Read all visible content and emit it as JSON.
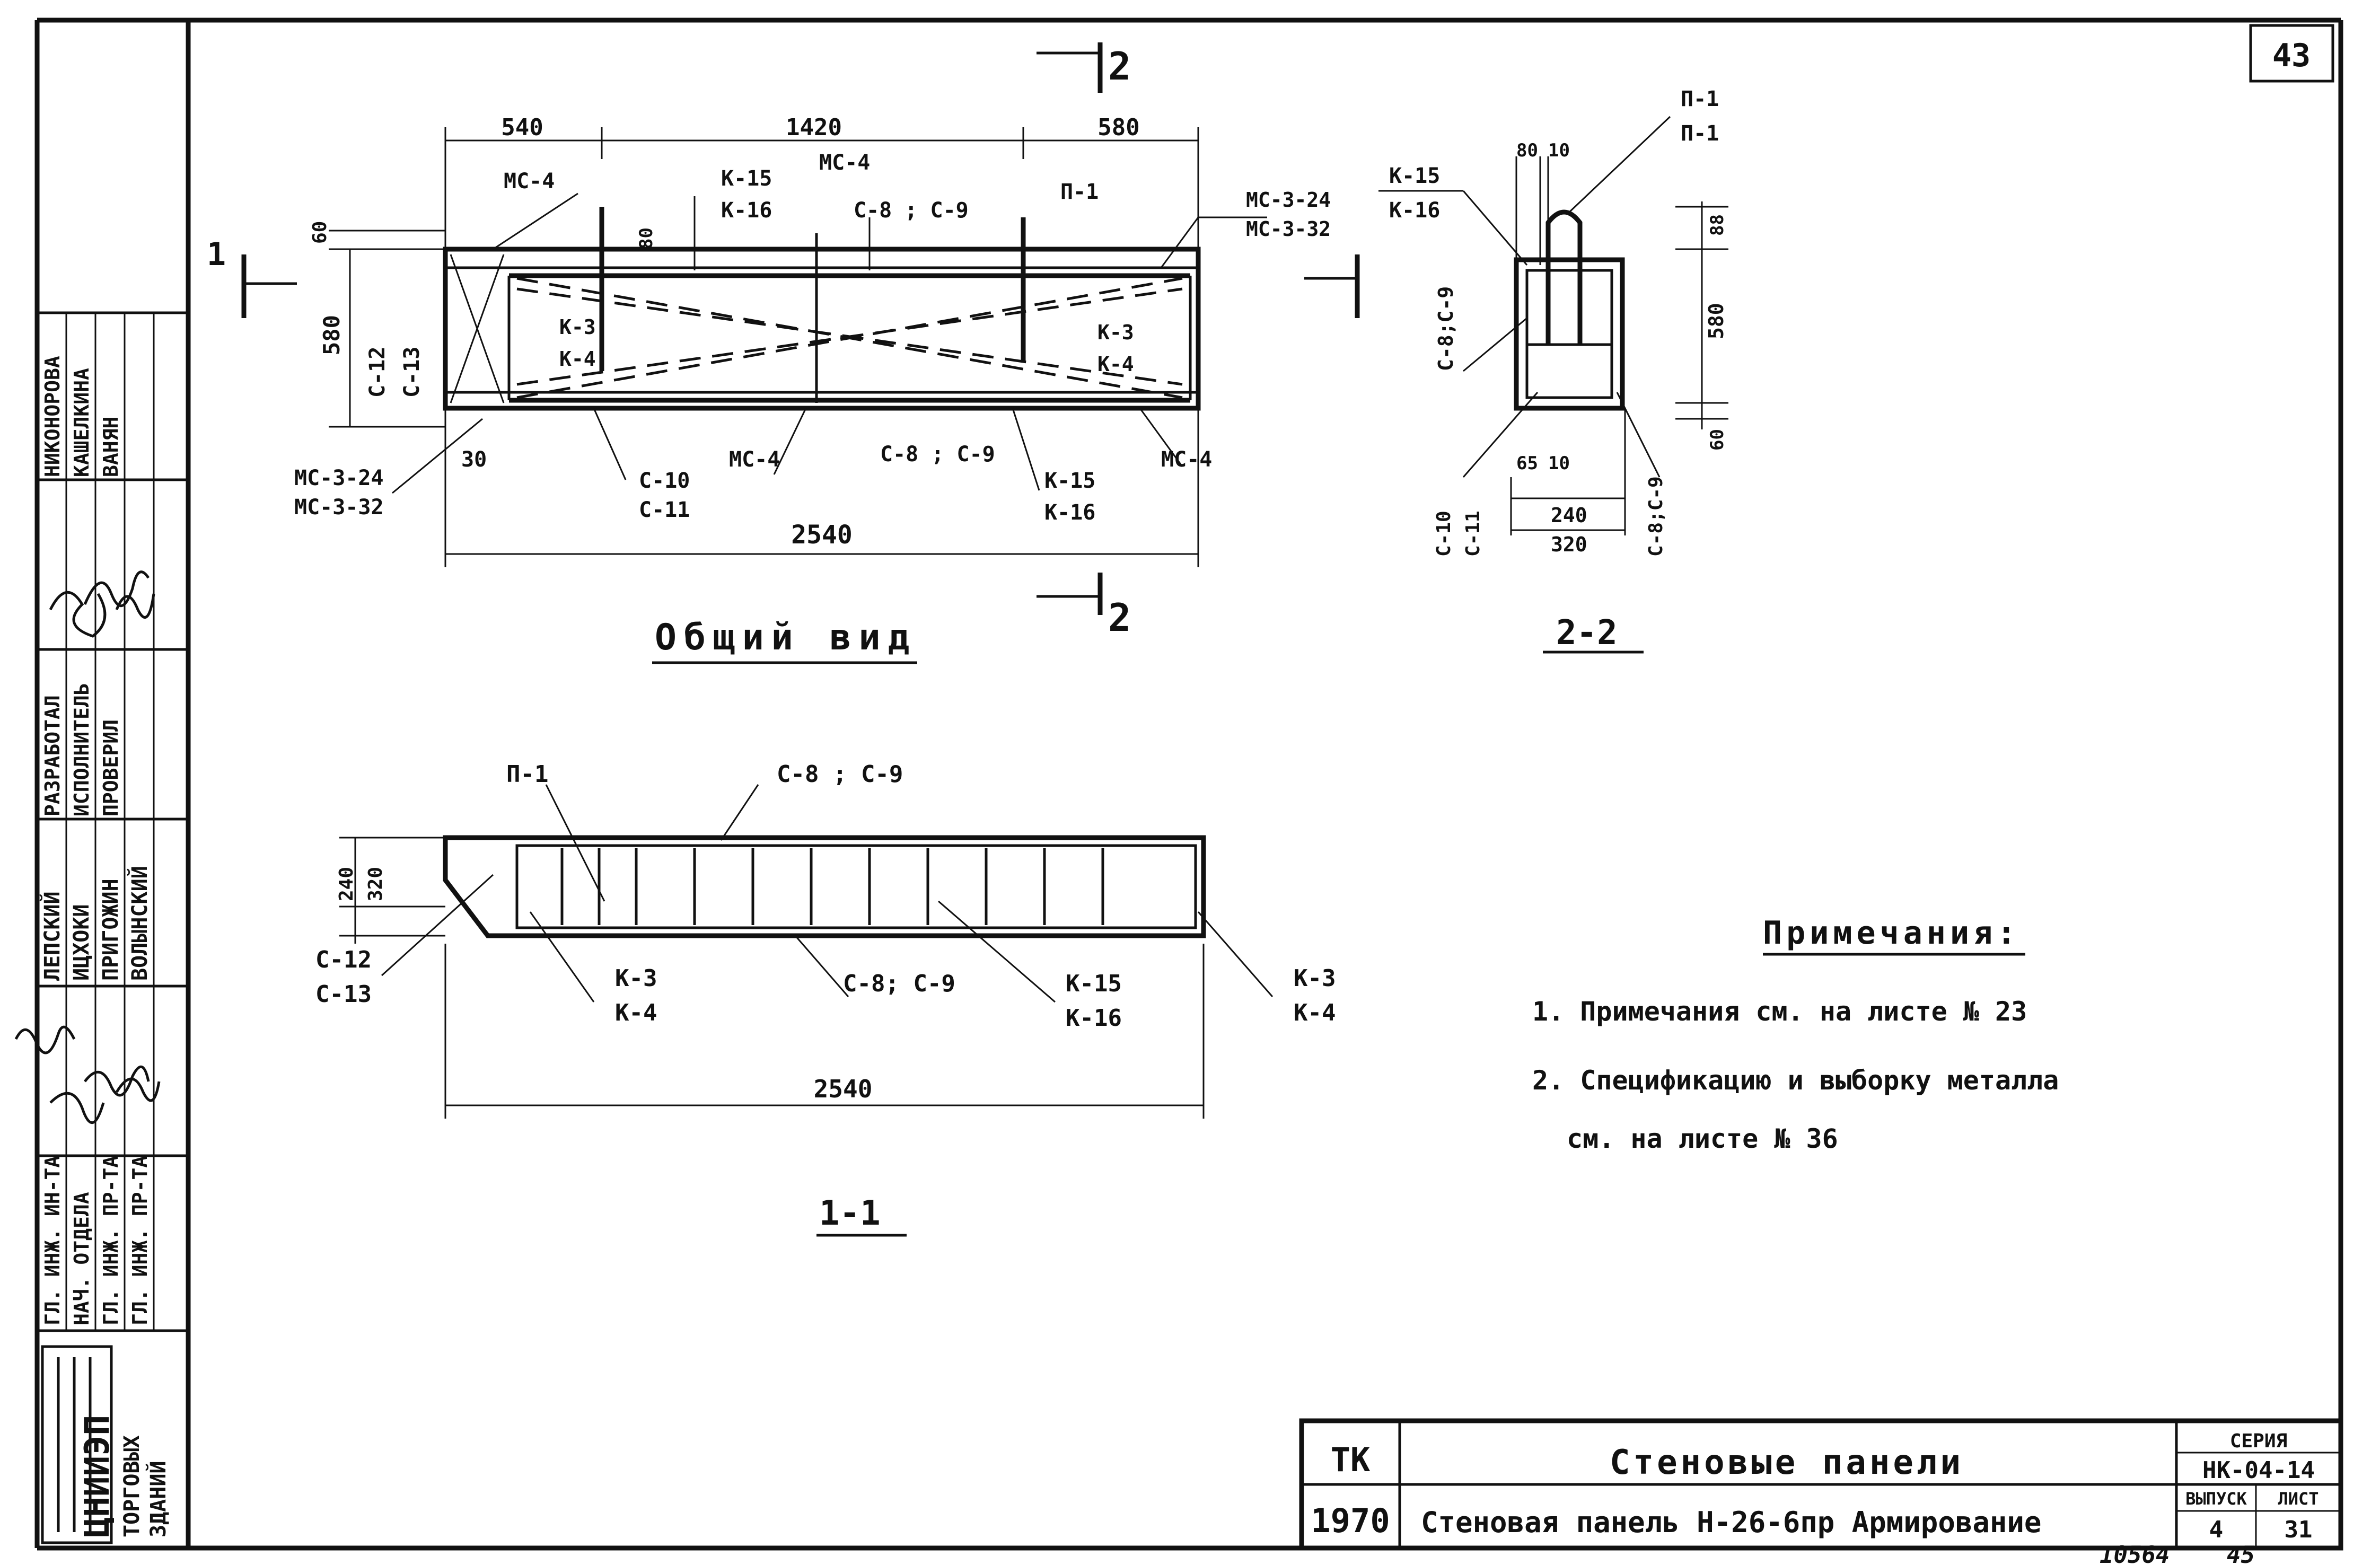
{
  "sheet": {
    "page_number": "43",
    "bottom_left_number": "10564",
    "bottom_right_number": "45"
  },
  "side_stamp": {
    "org_line1": "ЦНИИЭП",
    "org_line2": "ТОРГОВЫХ",
    "org_line3": "ЗДАНИЙ",
    "roles": [
      "ГЛ. ИНЖ. ИН-ТА",
      "НАЧ. ОТДЕЛА",
      "ГЛ. ИНЖ. ПР-ТА",
      "ГЛ. ИНЖ. ПР-ТА",
      "РАЗРАБОТАЛ",
      "ИСПОЛНИТЕЛЬ",
      "ПРОВЕРИЛ"
    ],
    "names": [
      "ЛЕПСКИЙ",
      "ИЦХОКИ",
      "ПРИГОЖИН",
      "ВОЛЫНСКИЙ",
      "НИКОНОРОВА",
      "КАШЕЛКИНА",
      "ВАНЯН"
    ]
  },
  "general_view": {
    "title": "Общий вид",
    "dims_top": [
      "540",
      "1420",
      "580"
    ],
    "dim_bottom": "2540",
    "dim_height": "580",
    "dim_60": "60",
    "dim_30": "30",
    "dim_80": "80",
    "section_mark": "2",
    "section_mark_left": "1",
    "labels": {
      "ms4_a": "МС-4",
      "k15_a": "К-15",
      "k16_a": "К-16",
      "ms4_b": "МС-4",
      "c8c9_a": "С-8 ; С-9",
      "p1": "П-1",
      "ms324_a": "МС-3-24",
      "ms332_a": "МС-3-32",
      "c12": "С-12",
      "c13": "С-13",
      "k3_a": "К-3",
      "k4_a": "К-4",
      "k3_b": "К-3",
      "k4_b": "К-4",
      "ms324_b": "МС-3-24",
      "ms332_b": "МС-3-32",
      "c10": "С-10",
      "c11": "С-11",
      "ms4_c": "МС-4",
      "c8c9_b": "С-8 ; С-9",
      "k15_b": "К-15",
      "k16_b": "К-16",
      "ms4_d": "МС-4"
    }
  },
  "section_22": {
    "title": "2-2",
    "labels": {
      "p1_top": "П-1",
      "p1_bottom": "П-1",
      "k15": "К-15",
      "k16": "К-16",
      "d80": "80",
      "d10": "10",
      "d88": "88",
      "d580": "580",
      "d60": "60",
      "c8c9_left": "С-8;С-9",
      "d65": "65",
      "d10b": "10",
      "d240": "240",
      "d320": "320",
      "c10": "С-10",
      "c11": "С-11",
      "c8c9_right": "С-8;С-9"
    }
  },
  "section_11": {
    "title": "1-1",
    "labels": {
      "p1": "П-1",
      "c8c9_top": "С-8 ; С-9",
      "d240": "240",
      "d320": "320",
      "c12": "С-12",
      "c13": "С-13",
      "k3_a": "К-3",
      "k4_a": "К-4",
      "c8c9_bottom": "С-8; С-9",
      "k15": "К-15",
      "k16": "К-16",
      "k3_b": "К-3",
      "k4_b": "К-4",
      "d2540": "2540"
    }
  },
  "notes": {
    "heading": "Примечания:",
    "line1": "1. Примечания см. на листе № 23",
    "line2": "2. Спецификацию и выборку металла",
    "line3": "см. на листе № 36"
  },
  "title_block": {
    "tk": "ТК",
    "year": "1970",
    "title1": "Стеновые панели",
    "title2": "Стеновая панель Н-26-6пр  Армирование",
    "series_label": "СЕРИЯ",
    "series_value": "НК-04-14",
    "issue_label": "ВЫПУСК",
    "issue_value": "4",
    "sheet_label": "ЛИСТ",
    "sheet_value": "31"
  }
}
